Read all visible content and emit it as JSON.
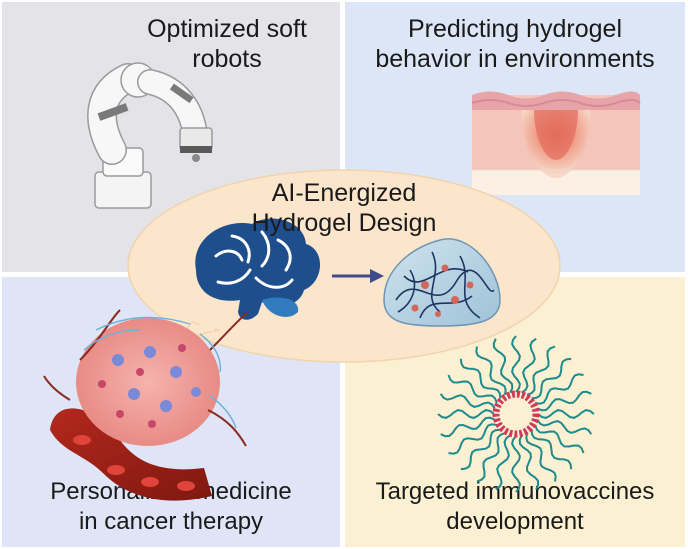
{
  "panels": {
    "top_left": {
      "line1": "Optimized soft",
      "line2": "robots"
    },
    "top_right": {
      "line1": "Predicting hydrogel",
      "line2": "behavior in environments"
    },
    "bottom_left": {
      "line1": "Personalized medicine",
      "line2": "in cancer therapy"
    },
    "bottom_right": {
      "line1": "Targeted immunovaccines",
      "line2": "development"
    }
  },
  "center": {
    "line1": "AI-Energized",
    "line2": "Hydrogel Design"
  },
  "colors": {
    "top_left_bg": "#e4e3e8",
    "top_right_bg": "#dde6f7",
    "bottom_left_bg": "#dfe5f6",
    "bottom_right_bg": "#fbf1d2",
    "bubble": "#fbe6cc",
    "brain": "#1f4e8c",
    "arrow": "#3d4a8c"
  },
  "icons": {
    "robot": "robot-arm-icon",
    "skin": "skin-layers-icon",
    "tumor": "tumor-blood-vessel-icon",
    "nanoparticle": "nanoparticle-icon",
    "brain": "brain-icon",
    "hydrogel": "hydrogel-network-icon"
  }
}
